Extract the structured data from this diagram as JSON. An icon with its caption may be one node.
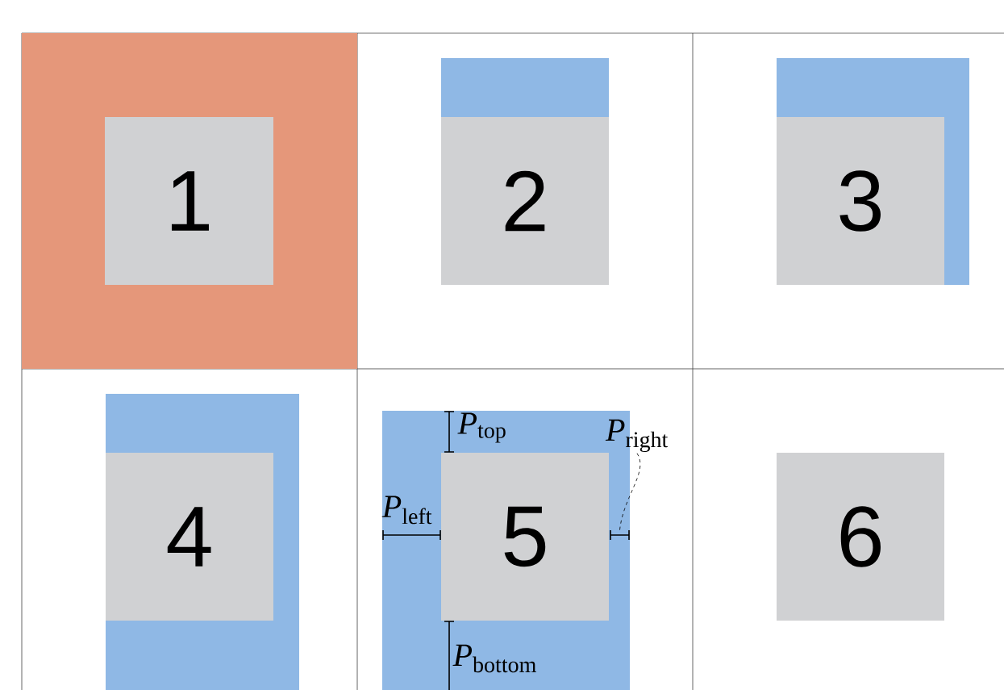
{
  "diagram": {
    "nodes": [
      {
        "text": [],
        "shape": "box"
      },
      {
        "text": [
          "1"
        ],
        "in": 0
      },
      {
        "text": [],
        "shape": "box"
      },
      {
        "text": [
          "2"
        ]
      },
      {
        "text": [],
        "shape": "box"
      },
      {
        "text": [
          "3"
        ],
        "in": 4
      },
      {
        "text": [],
        "shape": "box"
      },
      {
        "text": [
          "4"
        ],
        "in": 6
      },
      {
        "text": [],
        "shape": "box"
      },
      {
        "text": [
          "5"
        ],
        "in": 8,
        "beside": [
          "*P*$_{top}$",
          "*P*$_{left}$",
          "*P*$_{bottom}$"
        ]
      },
      {
        "text": [
          "6"
        ]
      },
      {
        "text": [
          "*P*$_{right}$"
        ]
      }
    ],
    "edges": [
      {
        "from": 11,
        "to": 9,
        "arrow": "none",
        "style": "dashed"
      }
    ]
  }
}
